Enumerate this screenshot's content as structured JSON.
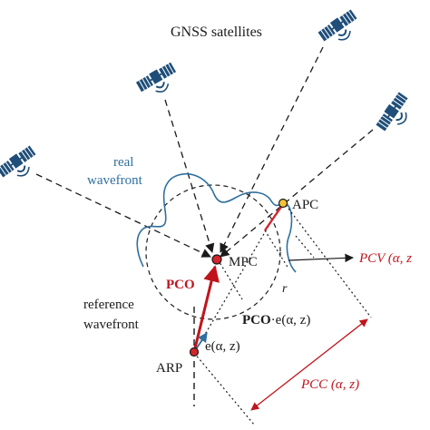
{
  "labels": {
    "satellites": "GNSS satellites",
    "real_wavefront_line1": "real",
    "real_wavefront_line2": "wavefront",
    "reference_wavefront_line1": "reference",
    "reference_wavefront_line2": "wavefront",
    "apc": "APC",
    "mpc": "MPC",
    "pco": "PCO",
    "arp": "ARP",
    "r": "r",
    "pco_e_bold": "PCO",
    "pco_e_rest": "·e(α, z)",
    "e_vector": "e(α, z)",
    "pcv": "PCV (α, z",
    "pcc": "PCC (α, z)"
  },
  "colors": {
    "ink": "#1a1a1a",
    "accent_red": "#c0141c",
    "wavefront_blue": "#2f6f9f",
    "satellite_navy": "#1f4e79",
    "apc_marker": "#f2c23a",
    "mpc_marker": "#d4242b"
  },
  "icons": [
    "satellite-icon"
  ]
}
